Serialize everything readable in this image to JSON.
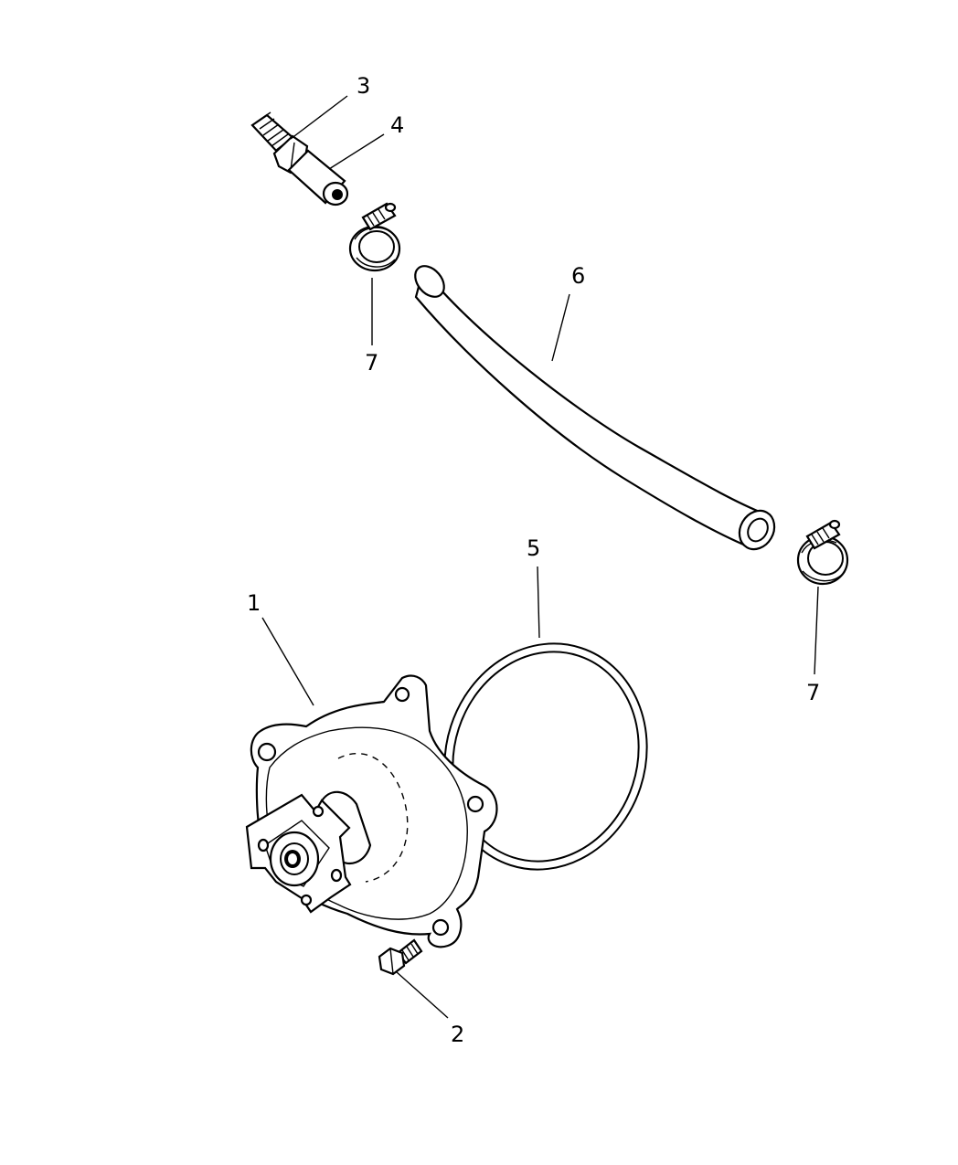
{
  "callouts": {
    "c1": "1",
    "c2": "2",
    "c3": "3",
    "c4": "4",
    "c5": "5",
    "c6": "6",
    "c7a": "7",
    "c7b": "7"
  },
  "colors": {
    "ink": "#000000",
    "paper": "#ffffff"
  }
}
